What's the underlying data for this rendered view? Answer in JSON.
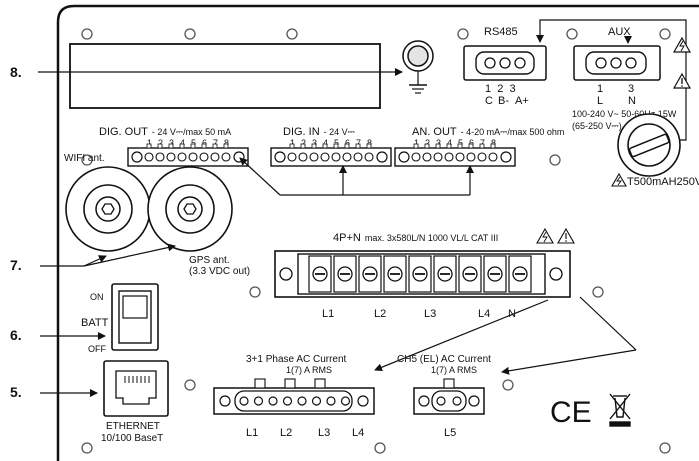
{
  "callouts": {
    "c8": "8.",
    "c7": "7.",
    "c6": "6.",
    "c5": "5."
  },
  "rs485": {
    "title": "RS485",
    "pins": "1  2  3",
    "sig_c": "C",
    "sig_bm": "B-",
    "sig_ap": "A+"
  },
  "aux": {
    "title": "AUX",
    "pin_l": "L",
    "pin_n": "N",
    "num1": "1",
    "num3": "3",
    "spec1": "100-240 V~ 50-60Hz 15W",
    "spec2": "(65-250 V⎓)"
  },
  "fuse": {
    "label": "T500mAH250V"
  },
  "dig_out": {
    "title": "DIG. OUT",
    "spec": "- 24 V⎓/max 50 mA",
    "pins": [
      "1",
      "2",
      "3",
      "4",
      "5",
      "6",
      "7",
      "8"
    ]
  },
  "dig_in": {
    "title": "DIG. IN",
    "spec": "- 24 V⎓",
    "pins": [
      "1",
      "2",
      "3",
      "4",
      "5",
      "6",
      "7",
      "8"
    ]
  },
  "an_out": {
    "title": "AN. OUT",
    "spec": "- 4-20 mA⎓/max 500 ohm",
    "pins": [
      "1",
      "2",
      "3",
      "4",
      "5",
      "6",
      "7",
      "8"
    ]
  },
  "wifi": {
    "label": "WIFI ant."
  },
  "gps": {
    "label1": "GPS ant.",
    "label2": "(3.3 VDC out)"
  },
  "power": {
    "title": "4P+N",
    "spec": "max. 3x580L/N 1000 VL/L CAT III",
    "lines": [
      "L1",
      "L2",
      "L3",
      "L4",
      "N"
    ]
  },
  "batt": {
    "label": "BATT",
    "on": "ON",
    "off": "OFF"
  },
  "ethernet": {
    "label1": "ETHERNET",
    "label2": "10/100 BaseT"
  },
  "ac_current": {
    "title": "3+1 Phase AC Current",
    "rating": "1(7) A RMS",
    "lines": [
      "L1",
      "L2",
      "L3",
      "L4"
    ]
  },
  "ch5": {
    "title": "CH5 (EL) AC Current",
    "rating": "1(7) A RMS",
    "line": "L5"
  },
  "marks": {
    "ce": "CE"
  }
}
